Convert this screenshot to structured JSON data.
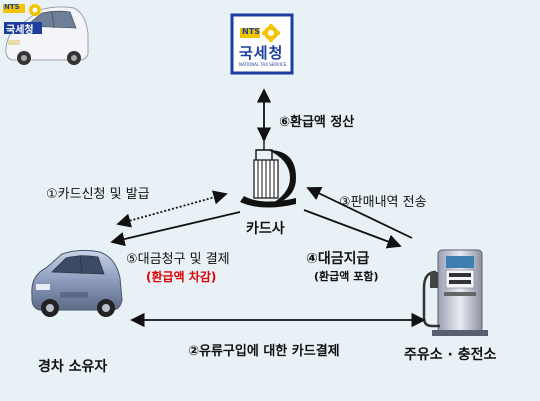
{
  "logo": {
    "emblem_text": "NTS",
    "org_name_ko": "국세청",
    "org_name_en": "NATIONAL TAX SERVICE"
  },
  "nodes": {
    "card_company": "카드사",
    "owner": "경차 소유자",
    "gas_station": "주유소 · 충전소"
  },
  "steps": {
    "s1": "①카드신청 및 발급",
    "s2": "②유류구입에 대한 카드결제",
    "s3": "③판매내역 전송",
    "s4_main": "④대금지급",
    "s4_sub": "(환급액 포함)",
    "s5_main": "⑤대금청구 및 결제",
    "s5_sub": "(환급액 차감)",
    "s6": "⑥환급액 정산"
  },
  "colors": {
    "background": "#e8f2f6",
    "logo_blue": "#1d3e9c",
    "emblem_yellow": "#f3c400",
    "highlight_red": "#e00000"
  }
}
